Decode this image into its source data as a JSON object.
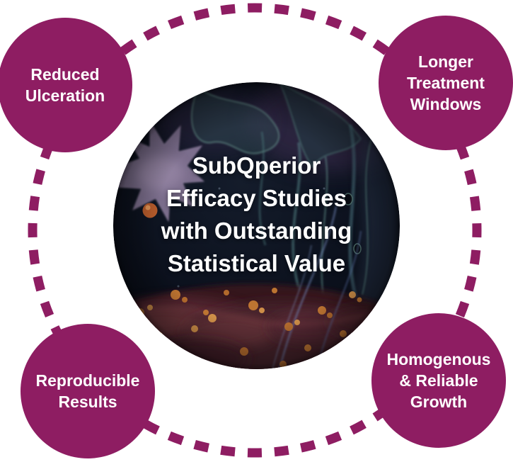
{
  "colors": {
    "accent": "#8E1D62",
    "center_text": "#FFFFFF",
    "background": "#FFFFFF"
  },
  "ring": {
    "style": "dashed",
    "color": "#8E1D62"
  },
  "center": {
    "image": "cell-culture-microscopy",
    "title_lines": [
      "SubQperior",
      "Efficacy Studies",
      "with Outstanding",
      "Statistical Value"
    ]
  },
  "satellites": [
    {
      "id": "reduced-ulceration",
      "lines": [
        "Reduced",
        "Ulceration"
      ]
    },
    {
      "id": "longer-treatment-windows",
      "lines": [
        "Longer",
        "Treatment",
        "Windows"
      ]
    },
    {
      "id": "reproducible-results",
      "lines": [
        "Reproducible",
        "Results"
      ]
    },
    {
      "id": "homogenous-reliable-growth",
      "lines": [
        "Homogenous",
        "& Reliable",
        "Growth"
      ]
    }
  ]
}
